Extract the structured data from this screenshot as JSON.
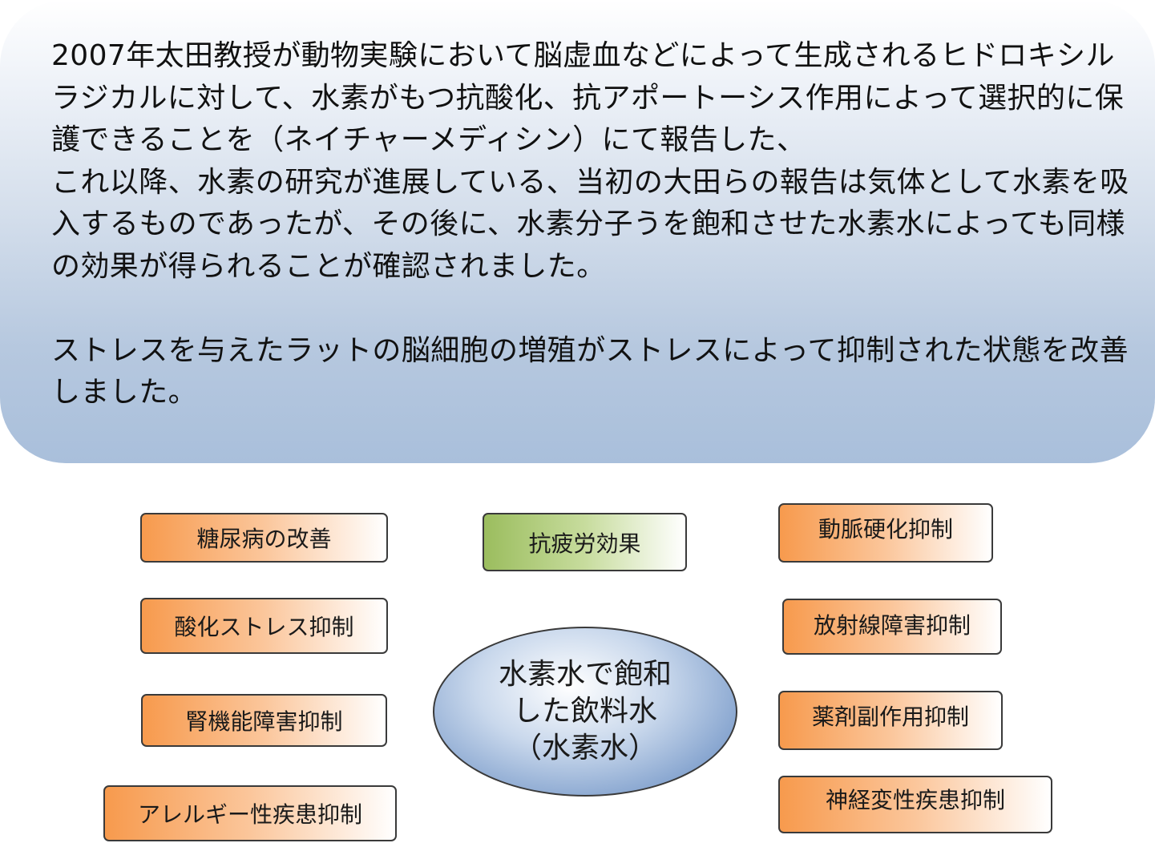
{
  "panel": {
    "paragraph1": "2007年太田教授が動物実験において脳虚血などによって生成されるヒドロキシルラジカルに対して、水素がもつ抗酸化、抗アポートーシス作用によって選択的に保護できることを（ネイチャーメディシン）にて報告した、",
    "paragraph2": "これ以降、水素の研究が進展している、当初の大田らの報告は気体として水素を吸入するものであったが、その後に、水素分子うを飽和させた水素水によっても同様の効果が得られることが確認されました。",
    "paragraph3": "ストレスを与えたラットの脳細胞の増殖がストレスによって抑制された状態を改善しました。"
  },
  "center": {
    "line1": "水素水で飽和",
    "line2": "した飲料水",
    "line3": "（水素水）"
  },
  "effects": {
    "diabetes": "糖尿病の改善",
    "oxidative_stress": "酸化ストレス抑制",
    "renal": "腎機能障害抑制",
    "allergy": "アレルギー性疾患抑制",
    "anti_fatigue": "抗疲労効果",
    "arteriosclerosis": "動脈硬化抑制",
    "radiation": "放射線障害抑制",
    "drug_side_effects": "薬剤副作用抑制",
    "neurodegenerative": "神経変性疾患抑制"
  },
  "colors": {
    "orange_box": "#f79a4d",
    "green_box": "#9bbd5e",
    "panel_blue": "#a9bfdb",
    "ellipse_blue": "#6d8fc2"
  }
}
